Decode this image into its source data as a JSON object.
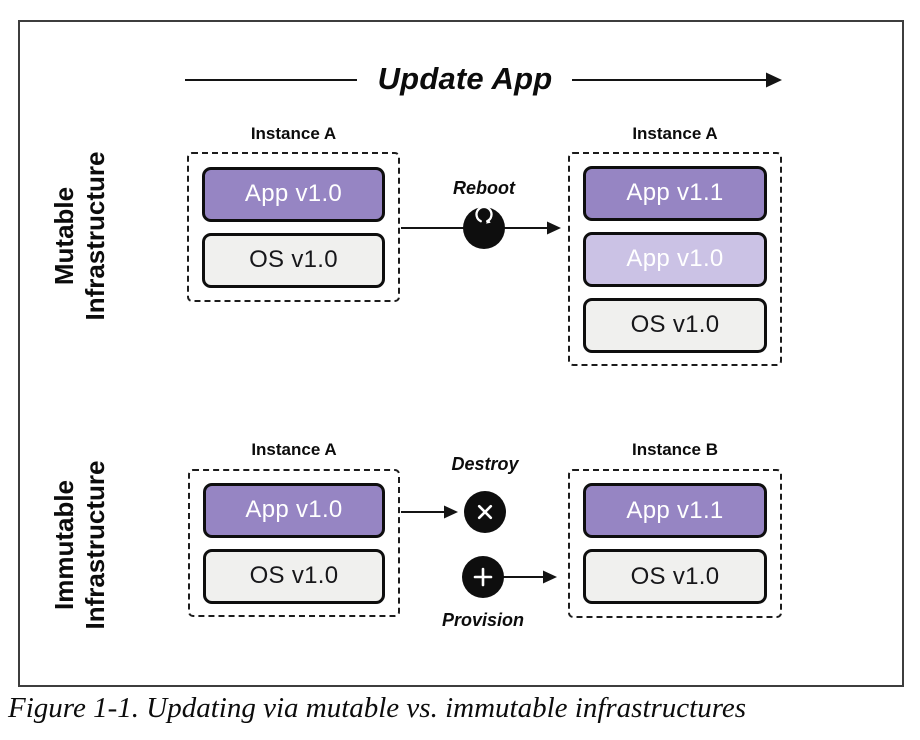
{
  "header": {
    "title": "Update App"
  },
  "mutable": {
    "row_label": [
      "Mutable",
      "Infrastructure"
    ],
    "left": {
      "title": "Instance A",
      "boxes": [
        {
          "label": "App v1.0",
          "variant": "purple"
        },
        {
          "label": "OS v1.0",
          "variant": "gray"
        }
      ]
    },
    "action": {
      "label": "Reboot",
      "icon": "reboot-icon"
    },
    "right": {
      "title": "Instance A",
      "boxes": [
        {
          "label": "App v1.1",
          "variant": "purple"
        },
        {
          "label": "App v1.0",
          "variant": "light-purple"
        },
        {
          "label": "OS v1.0",
          "variant": "gray"
        }
      ]
    }
  },
  "immutable": {
    "row_label": [
      "Immutable",
      "Infrastructure"
    ],
    "left": {
      "title": "Instance A",
      "boxes": [
        {
          "label": "App v1.0",
          "variant": "purple"
        },
        {
          "label": "OS v1.0",
          "variant": "gray"
        }
      ]
    },
    "actions": [
      {
        "label": "Destroy",
        "icon": "destroy-icon"
      },
      {
        "label": "Provision",
        "icon": "provision-icon"
      }
    ],
    "right": {
      "title": "Instance B",
      "boxes": [
        {
          "label": "App v1.1",
          "variant": "purple"
        },
        {
          "label": "OS v1.0",
          "variant": "gray"
        }
      ]
    }
  },
  "caption": "Figure 1-1. Updating via mutable vs. immutable infrastructures",
  "colors": {
    "purple": "#9685c3",
    "light_purple": "#cbc2e5",
    "gray": "#f0f0ee",
    "icon_bg": "#0e0e0e",
    "line": "#141414"
  }
}
